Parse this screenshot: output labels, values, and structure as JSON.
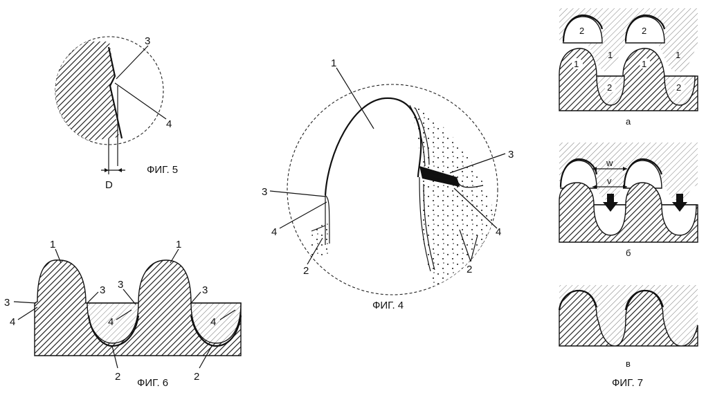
{
  "fig5": {
    "caption": "ФИГ. 5",
    "labels": [
      "3",
      "4"
    ],
    "dimension": "D"
  },
  "fig6": {
    "caption": "ФИГ. 6",
    "labels": [
      "1",
      "1",
      "3",
      "4",
      "3",
      "3",
      "3",
      "4",
      "4",
      "2",
      "2"
    ]
  },
  "fig4": {
    "caption": "ФИГ. 4",
    "labels": [
      "1",
      "3",
      "4",
      "2",
      "3",
      "4",
      "2"
    ]
  },
  "fig7": {
    "caption": "ФИГ. 7",
    "panel_a": {
      "sub": "а",
      "labels": [
        "2",
        "2",
        "1",
        "1",
        "1",
        "1",
        "2",
        "2"
      ]
    },
    "panel_b": {
      "sub": "б",
      "dims": [
        "w",
        "v"
      ]
    },
    "panel_c": {
      "sub": "в"
    }
  }
}
